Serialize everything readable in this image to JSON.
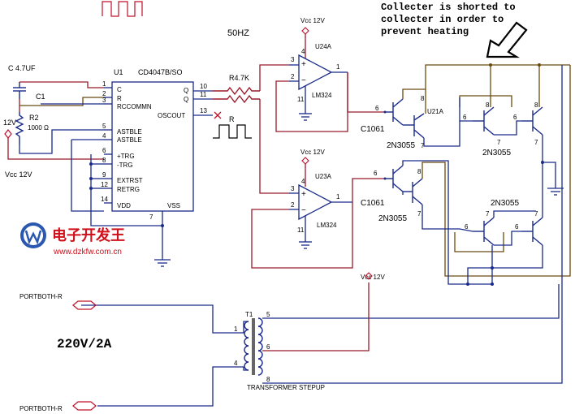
{
  "labels": {
    "freq": "50HZ",
    "cap_c": "C 4.7UF",
    "c1": "C1",
    "r2": "R2",
    "r2_val": "1000 Ω",
    "v12_left": "12V",
    "vcc_left": "Vcc 12V",
    "u1": "U1",
    "ic_part": "CD4047B/SO",
    "pin_c": "C",
    "pin_r": "R",
    "pin_rccomn": "RCCOMMN",
    "pin_astble": "ASTBLE",
    "pin_astble_n": "ASTBLE",
    "pin_ptrg": "+TRG",
    "pin_ntrg": "-TRG",
    "pin_extrst": "EXTRST",
    "pin_retrg": "RETRG",
    "pin_vdd": "VDD",
    "pin_vss": "VSS",
    "pin_q": "Q",
    "pin_qn": "Q",
    "pin_oscout": "OSCOUT",
    "r47k": "R4.7K",
    "r_label": "R",
    "vcc_u24": "Vcc 12V",
    "u24a": "U24A",
    "lm324_a": "LM324",
    "vcc_u23": "Vcc 12V",
    "u23a": "U23A",
    "lm324_b": "LM324",
    "u21a": "U21A",
    "c1061_a": "C1061",
    "c1061_b": "C1061",
    "n2n3055_a": "2N3055",
    "n2n3055_b": "2N3055",
    "n2n3055_c": "2N3055",
    "n2n3055_d": "2N3055",
    "vcc_tr": "Vcc 12V",
    "t1": "T1",
    "transformer": "TRANSFORMER STEPUP",
    "port_top": "PORTBOTH-R",
    "port_bottom": "PORTBOTH-R",
    "mains": "220V/2A",
    "note_line1": "Collecter is shorted to",
    "note_line2": "collecter in order to",
    "note_line3": "prevent heating",
    "brand_cn": "电子开发王",
    "brand_url": "www.dzkfw.com.cn"
  },
  "pins": {
    "p1": "1",
    "p2": "2",
    "p3": "3",
    "p5": "5",
    "p4": "4",
    "p6": "6",
    "p8": "8",
    "p9": "9",
    "p12": "12",
    "p14": "14",
    "p7": "7",
    "p10": "10",
    "p11": "11",
    "p13": "13",
    "oa1_3": "3",
    "oa1_2": "2",
    "oa1_1": "1",
    "oa1_4": "4",
    "oa1_11": "11",
    "oa2_3": "3",
    "oa2_2": "2",
    "oa2_1": "1",
    "oa2_4": "4",
    "oa2_11": "11",
    "q1_6": "6",
    "q1_7": "7",
    "q1_8": "8",
    "q2_6": "6",
    "q2_7": "7",
    "q2_8": "8",
    "qa_6": "6",
    "qa_8": "8",
    "qa_7": "7",
    "qb_6": "6",
    "qb_8": "8",
    "qb_7": "7",
    "qc_6": "6",
    "qc_7": "7",
    "qd_6": "6",
    "qd_7": "7",
    "t_1": "1",
    "t_4": "4",
    "t_5": "5",
    "t_6": "6",
    "t_8": "8"
  },
  "colors": {
    "wire_blue": "#1a2a8a",
    "wire_red": "#9a1a2a",
    "wire_brown": "#6b4a10",
    "brand_red": "#d0101a"
  }
}
